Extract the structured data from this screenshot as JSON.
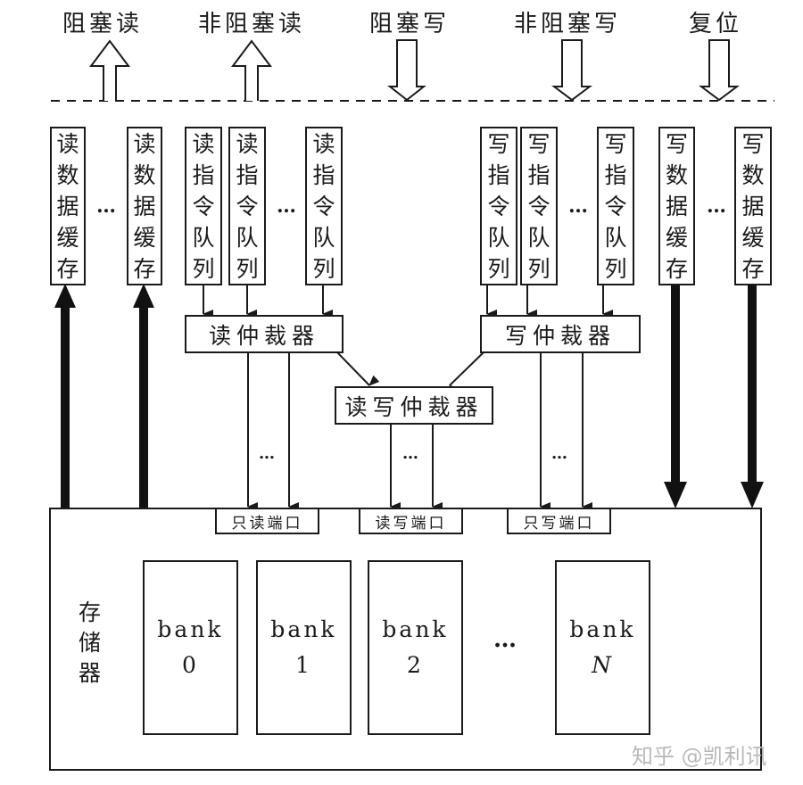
{
  "top_signals": [
    {
      "label": "阻塞读",
      "direction": "up"
    },
    {
      "label": "非阻塞读",
      "direction": "up"
    },
    {
      "label": "阻塞写",
      "direction": "down"
    },
    {
      "label": "非阻塞写",
      "direction": "down"
    },
    {
      "label": "复位",
      "direction": "down"
    }
  ],
  "buffers": {
    "read_data_buffer": [
      "读",
      "数",
      "据",
      "缓",
      "存"
    ],
    "read_cmd_queue": [
      "读",
      "指",
      "令",
      "队",
      "列"
    ],
    "write_cmd_queue": [
      "写",
      "指",
      "令",
      "队",
      "列"
    ],
    "write_data_buffer": [
      "写",
      "数",
      "据",
      "缓",
      "存"
    ]
  },
  "ellipsis": "…",
  "arbiters": {
    "read": "读仲裁器",
    "write": "写仲裁器",
    "read_write": "读写仲裁器"
  },
  "ports": {
    "read_only": "只读端口",
    "read_write": "读写端口",
    "write_only": "只写端口"
  },
  "memory": {
    "label": [
      "存",
      "储",
      "器"
    ],
    "banks": [
      {
        "name": "bank",
        "index": "0"
      },
      {
        "name": "bank",
        "index": "1"
      },
      {
        "name": "bank",
        "index": "2"
      },
      {
        "name": "bank",
        "index": "N"
      }
    ],
    "bank_ellipsis": "…"
  },
  "watermark": "知乎 @凯利讯"
}
